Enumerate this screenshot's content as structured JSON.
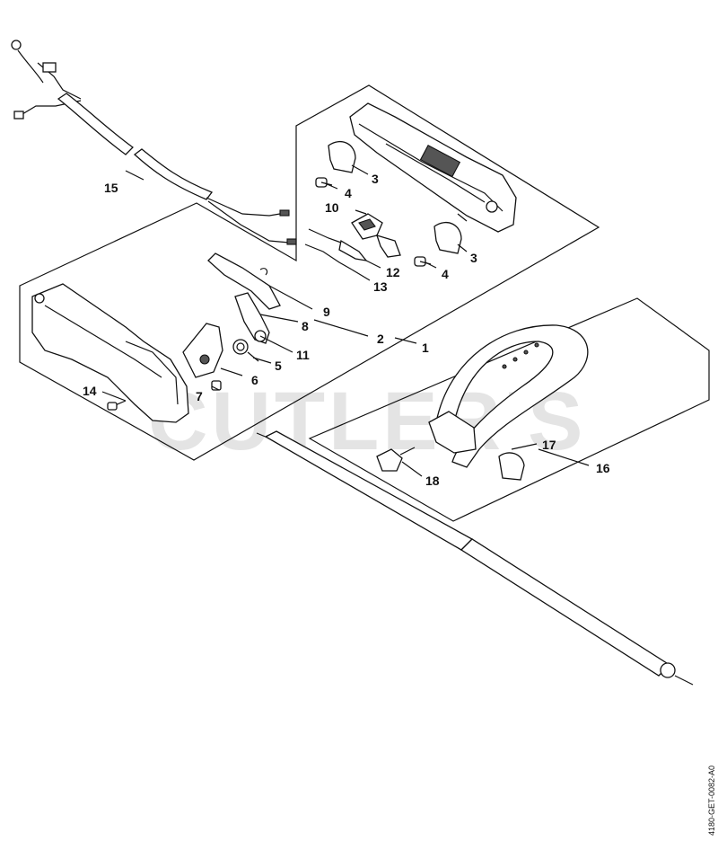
{
  "watermark": "CUTLER'S",
  "drawing_code": "4180-GET-0082-A0",
  "part_labels": [
    "1",
    "2",
    "3",
    "3",
    "4",
    "4",
    "5",
    "6",
    "7",
    "8",
    "9",
    "10",
    "11",
    "12",
    "13",
    "14",
    "15",
    "16",
    "17",
    "18"
  ]
}
